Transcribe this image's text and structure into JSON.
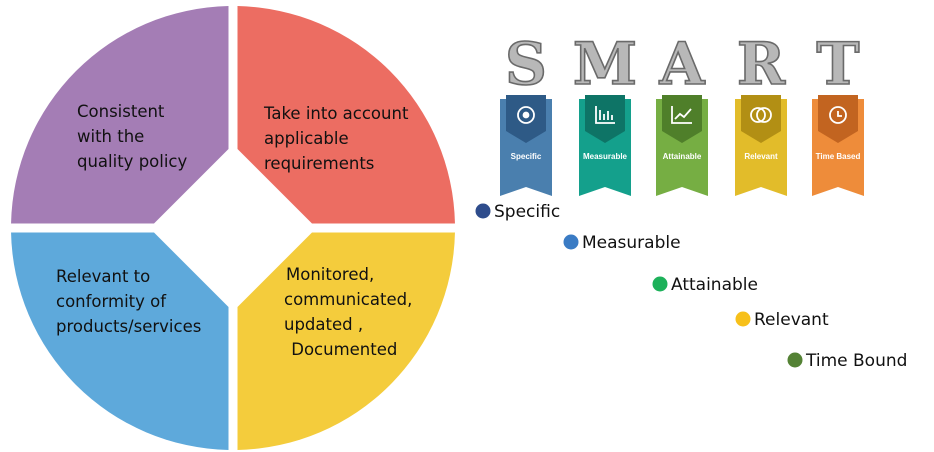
{
  "quadrants": [
    {
      "id": "top-left",
      "lines": [
        "Consistent",
        "with the",
        "quality policy"
      ],
      "color": "#A47DB5"
    },
    {
      "id": "top-right",
      "lines": [
        "Take into account",
        "applicable",
        "requirements"
      ],
      "color": "#EC6D62"
    },
    {
      "id": "bottom-left",
      "lines": [
        "Relevant to",
        "conformity of",
        "products/services"
      ],
      "color": "#5EA9DB"
    },
    {
      "id": "bottom-right",
      "lines": [
        "Monitored,",
        "communicated,",
        "updated ,",
        " Documented"
      ],
      "color": "#F4CC3C"
    }
  ],
  "smart": {
    "banners": [
      {
        "letter": "S",
        "label": "Specific",
        "icon": "target-icon",
        "color": "#4A7FAE",
        "dark": "#2E5A86"
      },
      {
        "letter": "M",
        "label": "Measurable",
        "icon": "bar-chart-icon",
        "color": "#14A08C",
        "dark": "#0E7466"
      },
      {
        "letter": "A",
        "label": "Attainable",
        "icon": "line-chart-icon",
        "color": "#76AE43",
        "dark": "#4F7F2A"
      },
      {
        "letter": "R",
        "label": "Relevant",
        "icon": "overlapping-circles-icon",
        "color": "#E2BC2A",
        "dark": "#B28F14"
      },
      {
        "letter": "T",
        "label": "Time Based",
        "icon": "clock-icon",
        "color": "#EE8C3A",
        "dark": "#C26420"
      }
    ]
  },
  "legend": [
    {
      "label": "Specific",
      "color": "#2E4C8C"
    },
    {
      "label": "Measurable",
      "color": "#3A7BC4"
    },
    {
      "label": "Attainable",
      "color": "#1DB15A"
    },
    {
      "label": "Relevant",
      "color": "#F7C01A"
    },
    {
      "label": "Time Bound",
      "color": "#548235"
    }
  ]
}
